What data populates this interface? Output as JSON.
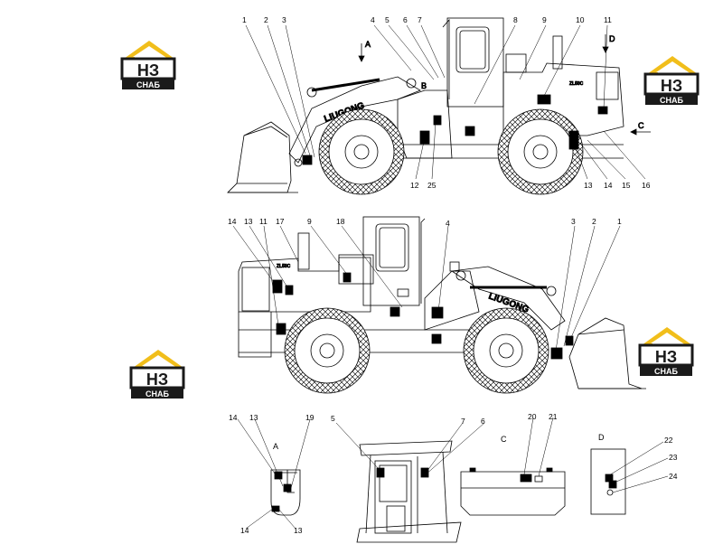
{
  "colors": {
    "logo_gold": "#F1BE1B",
    "logo_dark": "#1A1A1A",
    "line": "#000000"
  },
  "logo": {
    "letters": "НЗ",
    "caption": "СНАБ",
    "icon": "house-logo-icon"
  },
  "top_view": {
    "brand": "LIUGONG",
    "model": "ZL50C",
    "view_label_a": "A",
    "view_label_b": "B",
    "view_label_c": "C",
    "view_label_d": "D",
    "callouts": [
      "1",
      "2",
      "3",
      "4",
      "5",
      "6",
      "7",
      "8",
      "9",
      "10",
      "11",
      "12",
      "25",
      "13",
      "14",
      "15",
      "16"
    ]
  },
  "middle_view": {
    "brand": "LIUGONG",
    "model": "ZL50C",
    "callouts": [
      "14",
      "13",
      "11",
      "17",
      "9",
      "18",
      "4",
      "3",
      "2",
      "1"
    ]
  },
  "detail_a": {
    "label": "A",
    "callouts": [
      "14",
      "13",
      "19",
      "14",
      "13"
    ]
  },
  "detail_b": {
    "callouts": [
      "5",
      "7",
      "6"
    ]
  },
  "detail_c": {
    "label": "C",
    "callouts": [
      "20",
      "21"
    ]
  },
  "detail_d": {
    "label": "D",
    "callouts": [
      "22",
      "23",
      "24"
    ]
  }
}
